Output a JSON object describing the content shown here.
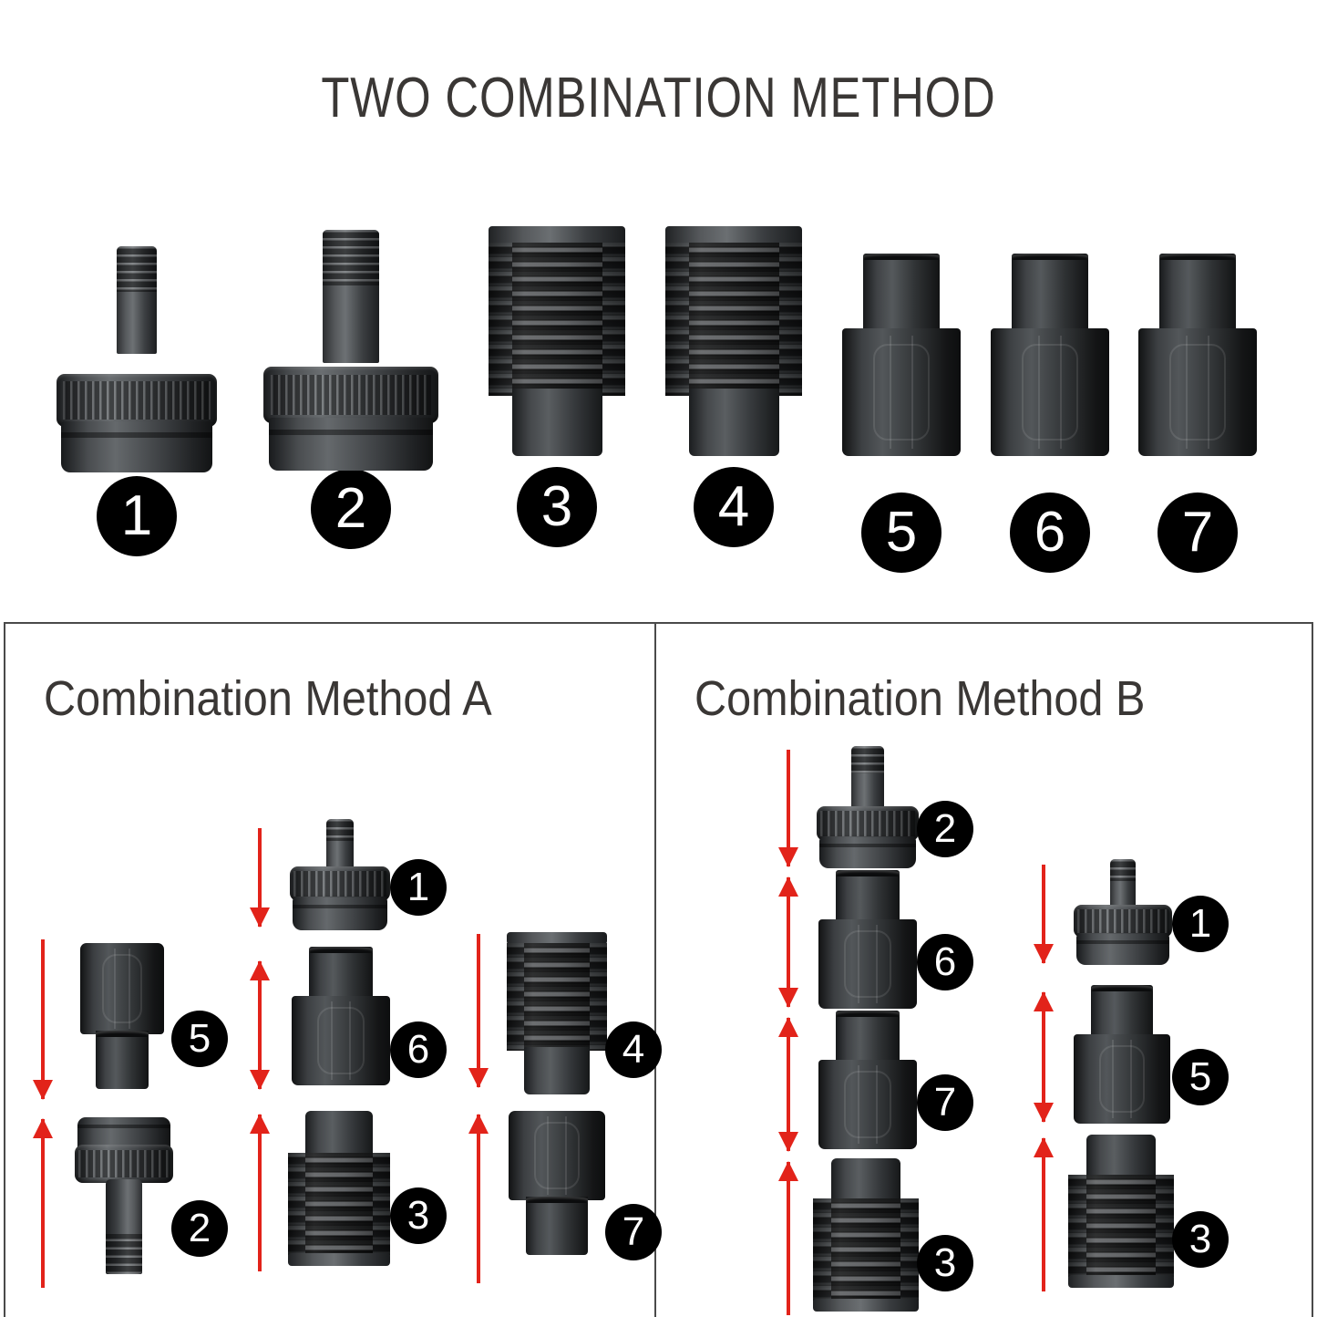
{
  "title": "TWO COMBINATION METHOD",
  "parts_row": {
    "items": [
      {
        "number": "1",
        "type": "barb-adapter",
        "size": "small"
      },
      {
        "number": "2",
        "type": "barb-adapter",
        "size": "large"
      },
      {
        "number": "3",
        "type": "finned-strainer",
        "size": "standard"
      },
      {
        "number": "4",
        "type": "finned-strainer",
        "size": "standard"
      },
      {
        "number": "5",
        "type": "stepped-coupler",
        "size": "standard"
      },
      {
        "number": "6",
        "type": "stepped-coupler",
        "size": "standard"
      },
      {
        "number": "7",
        "type": "stepped-coupler",
        "size": "standard"
      }
    ]
  },
  "methods": [
    {
      "id": "A",
      "heading": "Combination Method A",
      "groups": [
        {
          "name": "group-5-2",
          "steps": [
            {
              "number": "5",
              "part": "stepped-coupler",
              "orientation": "upright",
              "arrow": "down"
            },
            {
              "number": "2",
              "part": "barb-adapter",
              "orientation": "inverted",
              "arrow": "up"
            }
          ]
        },
        {
          "name": "group-1-6-3",
          "steps": [
            {
              "number": "1",
              "part": "barb-adapter",
              "orientation": "upright",
              "arrow": "down"
            },
            {
              "number": "6",
              "part": "stepped-coupler",
              "orientation": "upright",
              "arrow": "both"
            },
            {
              "number": "3",
              "part": "finned-strainer",
              "orientation": "inverted",
              "arrow": "up"
            }
          ]
        },
        {
          "name": "group-4-7",
          "steps": [
            {
              "number": "4",
              "part": "finned-strainer",
              "orientation": "upright",
              "arrow": "down"
            },
            {
              "number": "7",
              "part": "stepped-coupler",
              "orientation": "upright",
              "arrow": "up"
            }
          ]
        }
      ]
    },
    {
      "id": "B",
      "heading": "Combination Method B",
      "groups": [
        {
          "name": "group-2-6-7-3",
          "steps": [
            {
              "number": "2",
              "part": "barb-adapter",
              "orientation": "upright",
              "arrow": "down"
            },
            {
              "number": "6",
              "part": "stepped-coupler",
              "orientation": "upright",
              "arrow": "both"
            },
            {
              "number": "7",
              "part": "stepped-coupler",
              "orientation": "upright",
              "arrow": "both"
            },
            {
              "number": "3",
              "part": "finned-strainer",
              "orientation": "inverted",
              "arrow": "up"
            }
          ]
        },
        {
          "name": "group-1-5-3",
          "steps": [
            {
              "number": "1",
              "part": "barb-adapter",
              "orientation": "upright",
              "arrow": "down"
            },
            {
              "number": "5",
              "part": "stepped-coupler",
              "orientation": "upright",
              "arrow": "both"
            },
            {
              "number": "3",
              "part": "finned-strainer",
              "orientation": "inverted",
              "arrow": "up"
            }
          ]
        }
      ]
    }
  ],
  "colors": {
    "arrow": "#e2231a",
    "badge_bg": "#000000",
    "badge_text": "#ffffff",
    "text": "#3a3735",
    "panel_border": "#4a4a4a",
    "background": "#ffffff"
  }
}
